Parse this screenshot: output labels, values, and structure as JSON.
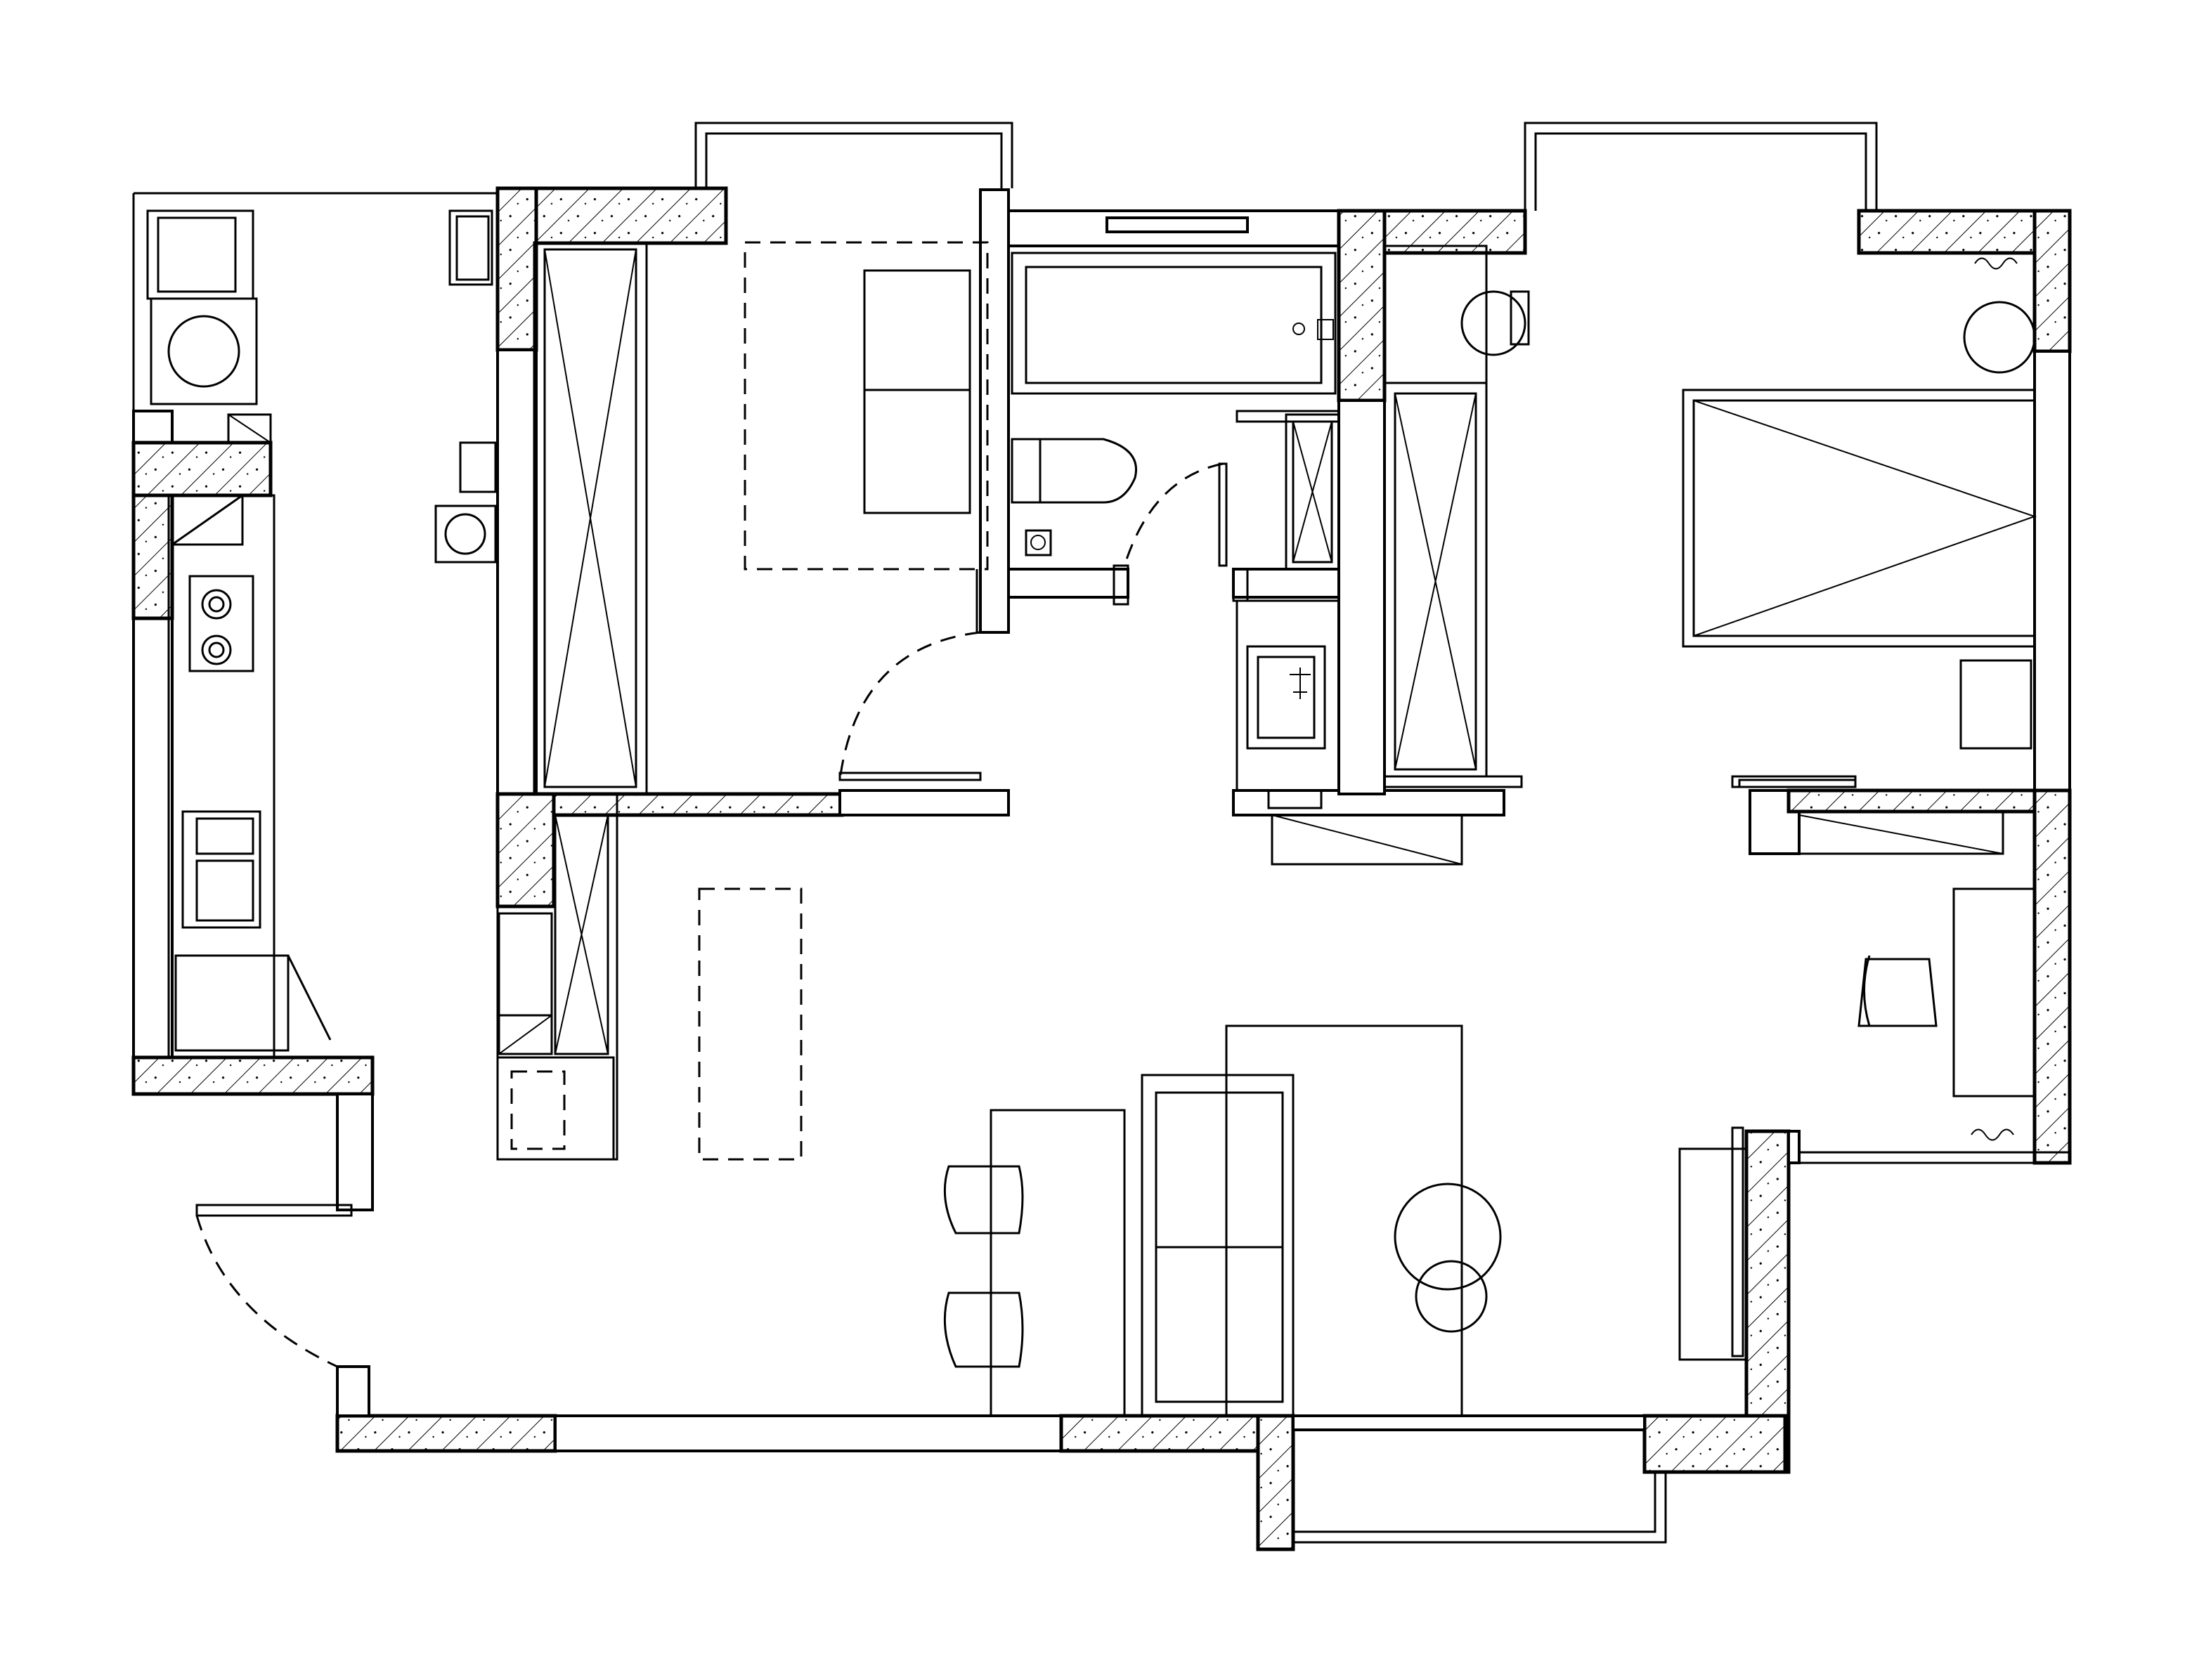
{
  "drawing": {
    "type": "floor-plan",
    "background": "#ffffff",
    "line_color": "#000000",
    "wall_fill": "hatched-concrete",
    "rooms": [
      "kitchen",
      "living-dining",
      "bedroom-1",
      "bathroom",
      "bedroom-2",
      "study"
    ],
    "text_labels": []
  }
}
